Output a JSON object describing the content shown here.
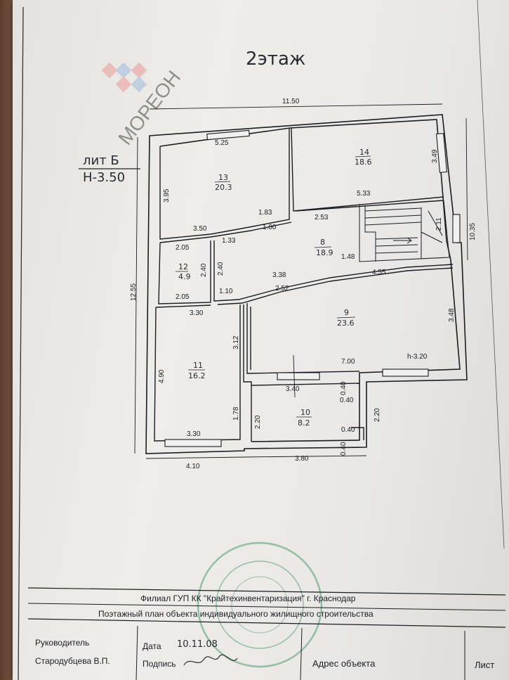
{
  "floor_title": "2этаж",
  "liter": {
    "name": "лит Б",
    "height": "Н-3.50"
  },
  "watermark": {
    "brand": "МОРЕОН"
  },
  "rooms": [
    {
      "number": "13",
      "area": "20.3"
    },
    {
      "number": "14",
      "area": "18.6"
    },
    {
      "number": "8",
      "area": "18.9"
    },
    {
      "number": "12",
      "area": "4.9"
    },
    {
      "number": "9",
      "area": "23.6"
    },
    {
      "number": "11",
      "area": "16.2"
    },
    {
      "number": "10",
      "area": "8.2"
    }
  ],
  "dimensions": {
    "top_total": "11.50",
    "r13_top": "5.25",
    "r13_left": "3.95",
    "r13_bottom": "3.50",
    "r13_diag": "1.83",
    "r14_right": "3.49",
    "r14_bottom": "5.33",
    "r8_top": "2.53",
    "r8_diag": "1.80",
    "r8_left_top": "1.33",
    "r8_right": "1.48",
    "r8_bot1": "3.38",
    "r8_bot2": "2.52",
    "r8_bot3": "1.10",
    "r8_left": "2.40",
    "stair": "2.11",
    "right_total": "10.35",
    "r12_top": "2.05",
    "r12_right": "2.40",
    "r12_bottom": "2.05",
    "left_total": "12.55",
    "r9_top": "4.55",
    "r9_right": "3.48",
    "r9_bottom": "7.00",
    "r9_height": "h-3.20",
    "r11_top": "3.30",
    "r11_left": "4.90",
    "r11_right_top": "3.12",
    "r11_right_bot": "1.78",
    "r11_bottom": "3.30",
    "r10_top": "3.40",
    "r10_left": "2.20",
    "r10_n1": "0.40",
    "r10_n2": "0.40",
    "r10_n3": "0.40",
    "r10_n4": "0.40",
    "r10_right": "2.20",
    "bottom_left": "4.10",
    "bottom_right": "3.80"
  },
  "title_block": {
    "org": "Филиал ГУП КК \"Крайтехинвентаризация\"  г. Краснодар",
    "plan": "Поэтажный план объекта индивидуального жилищного строительства",
    "head_label": "Руководитель",
    "head_name": "Стародубцева В.П.",
    "date_label": "Дата",
    "date_value": "10.11.08",
    "sign_label": "Подпись",
    "address_label": "Адрес объекта",
    "sheet_label": "Лист"
  }
}
